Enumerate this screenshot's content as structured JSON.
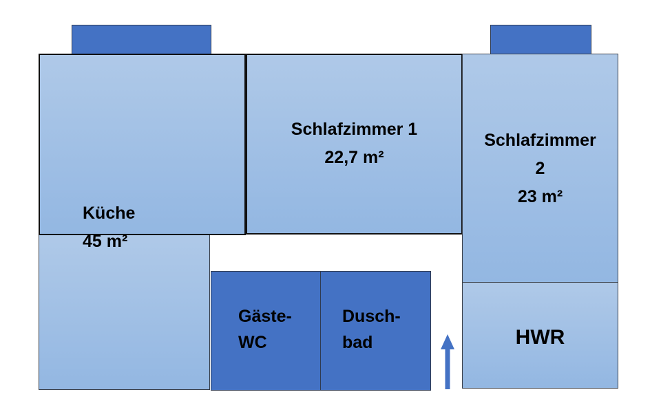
{
  "rooms": {
    "kueche": {
      "name": "Küche",
      "area": "45 m²"
    },
    "schlafzimmer1": {
      "name": "Schlafzimmer 1",
      "area": "22,7 m²"
    },
    "schlafzimmer2": {
      "name_line1": "Schlafzimmer",
      "name_line2": "2",
      "area": "23 m²"
    },
    "gaeste_wc": {
      "line1": "Gäste-",
      "line2": "WC"
    },
    "duschbad": {
      "line1": "Dusch-",
      "line2": "bad"
    },
    "hwr": {
      "name": "HWR"
    }
  },
  "colors": {
    "room_light": "#afc9e8",
    "room_dark": "#4472c4",
    "arrow": "#4472c4"
  },
  "icons": {
    "entrance": "arrow-up-icon"
  }
}
